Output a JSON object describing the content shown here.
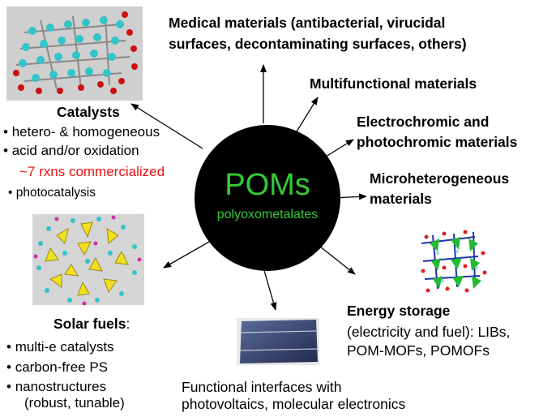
{
  "center": {
    "title": "POMs",
    "subtitle": "polyoxometalates",
    "fill": "#000000",
    "title_color": "#33cc33"
  },
  "catalysts": {
    "heading": "Catalysts",
    "bullets": [
      "hetero- & homogeneous",
      "acid and/or oxidation"
    ],
    "highlight": "~7 rxns commercialized",
    "highlight_color": "#ee1111",
    "extra_bullet": "photocatalysis"
  },
  "solar_fuels": {
    "heading": "Solar fuels",
    "colon": ":",
    "bullets": [
      "multi-e catalysts",
      "carbon-free PS",
      "nanostructures"
    ],
    "sub": "(robust, tunable)"
  },
  "medical": {
    "line1": "Medical materials (antibacterial, virucidal",
    "line2": "surfaces, decontaminating surfaces, others)"
  },
  "multifunctional": {
    "label": "Multifunctional materials"
  },
  "electrochromic": {
    "line1": "Electrochromic and",
    "line2": "photochromic materials"
  },
  "microheterogeneous": {
    "line1": "Microheterogeneous",
    "line2": "materials"
  },
  "energy": {
    "heading": "Energy storage",
    "line2": "(electricity and fuel):  LIBs,",
    "line3": "POM-MOFs, POMOFs"
  },
  "interfaces": {
    "line1": "Functional interfaces with",
    "line2": "photovoltaics, molecular electronics"
  },
  "icons": {
    "catalyst_structure": "polyhedral-lattice-icon",
    "solar_structure": "wheel-cluster-icon",
    "solar_cell": "solar-cell-icon",
    "energy_structure": "framework-icon"
  }
}
